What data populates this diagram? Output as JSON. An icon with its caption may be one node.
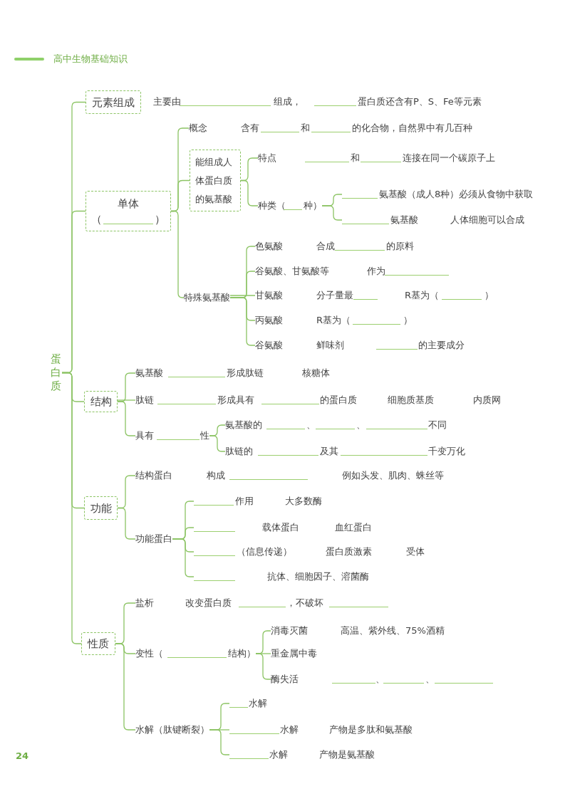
{
  "diagram": {
    "title": "高中生物基础知识",
    "nodes": [
      {
        "text": [
          "蛋白质"
        ]
      },
      {
        "text": [
          "元素组成"
        ]
      },
      {
        "text": [
          "单体",
          "（",
          "）"
        ]
      },
      {
        "text": [
          "概念",
          "含有",
          "和",
          "的化合物，自然界中有几百种"
        ]
      },
      {
        "text": [
          "能组成人体蛋白质的氨基酸"
        ]
      },
      {
        "text": [
          "特点",
          "和",
          "连接在同一个碳原子上"
        ]
      },
      {
        "text": [
          "种类（",
          "种）"
        ]
      },
      {
        "text": [
          "氨基酸（成人8种）必须从食物中获取"
        ]
      },
      {
        "text": [
          "氨基酸",
          "人体细胞可以合成"
        ]
      },
      {
        "text": [
          "特殊氨基酸"
        ]
      },
      {
        "text": [
          "色氨酸",
          "合成",
          "的原料"
        ]
      },
      {
        "text": [
          "谷氨酸、甘氨酸等",
          "作为"
        ]
      },
      {
        "text": [
          "甘氨酸",
          "分子量最",
          "R基为（",
          "）"
        ]
      },
      {
        "text": [
          "丙氨酸",
          "R基为（",
          "）"
        ]
      },
      {
        "text": [
          "谷氨酸",
          "鲜味剂",
          "的主要成分"
        ]
      },
      {
        "text": [
          "结构"
        ]
      },
      {
        "text": [
          "氨基酸",
          "形成肽链",
          "核糖体"
        ]
      },
      {
        "text": [
          "肽链",
          "形成具有",
          "的蛋白质",
          "细胞质基质",
          "内质网"
        ]
      },
      {
        "text": [
          "具有",
          "性"
        ]
      },
      {
        "text": [
          "氨基酸的",
          "、",
          "、",
          "不同"
        ]
      },
      {
        "text": [
          "肽链的",
          "及其",
          "千变万化"
        ]
      },
      {
        "text": [
          "功能"
        ]
      },
      {
        "text": [
          "结构蛋白",
          "构成",
          "例如头发、肌肉、蛛丝等"
        ]
      },
      {
        "text": [
          "功能蛋白"
        ]
      },
      {
        "text": [
          "作用",
          "大多数酶"
        ]
      },
      {
        "text": [
          "载体蛋白",
          "血红蛋白"
        ]
      },
      {
        "text": [
          "（信息传递）",
          "蛋白质激素",
          "受体"
        ]
      },
      {
        "text": [
          "抗体、细胞因子、溶菌酶"
        ]
      },
      {
        "text": [
          "性质"
        ]
      },
      {
        "text": [
          "盐析",
          "改变蛋白质",
          "，不破坏"
        ]
      },
      {
        "text": [
          "变性（",
          "结构）"
        ]
      },
      {
        "text": [
          "消毒灭菌",
          "高温、紫外线、75%酒精"
        ]
      },
      {
        "text": [
          "重金属中毒"
        ]
      },
      {
        "text": [
          "酶失活",
          "、",
          "、"
        ]
      },
      {
        "text": [
          "水解（肽键断裂）"
        ]
      },
      {
        "text": [
          "水解"
        ]
      },
      {
        "text": [
          "水解",
          "产物是多肽和氨基酸"
        ]
      },
      {
        "text": [
          "水解",
          "产物是氨基酸"
        ]
      }
    ],
    "edges": [
      {
        "from": 0,
        "to": 1,
        "arrow": "none"
      },
      {
        "from": 0,
        "to": 2,
        "arrow": "none"
      },
      {
        "from": 0,
        "to": 15,
        "arrow": "none"
      },
      {
        "from": 0,
        "to": 21,
        "arrow": "none"
      },
      {
        "from": 0,
        "to": 28,
        "arrow": "none"
      },
      {
        "from": 2,
        "to": 3,
        "arrow": "none"
      },
      {
        "from": 2,
        "to": 4,
        "arrow": "none"
      },
      {
        "from": 2,
        "to": 9,
        "arrow": "none"
      },
      {
        "from": 4,
        "to": 5,
        "arrow": "none"
      },
      {
        "from": 4,
        "to": 6,
        "arrow": "none"
      },
      {
        "from": 6,
        "to": 7,
        "arrow": "none"
      },
      {
        "from": 6,
        "to": 8,
        "arrow": "none"
      },
      {
        "from": 9,
        "to": 10,
        "arrow": "none"
      },
      {
        "from": 9,
        "to": 11,
        "arrow": "none"
      },
      {
        "from": 9,
        "to": 12,
        "arrow": "none"
      },
      {
        "from": 9,
        "to": 13,
        "arrow": "none"
      },
      {
        "from": 9,
        "to": 14,
        "arrow": "none"
      },
      {
        "from": 15,
        "to": 16,
        "arrow": "none"
      },
      {
        "from": 15,
        "to": 17,
        "arrow": "none"
      },
      {
        "from": 15,
        "to": 18,
        "arrow": "none"
      },
      {
        "from": 18,
        "to": 19,
        "arrow": "none"
      },
      {
        "from": 18,
        "to": 20,
        "arrow": "none"
      },
      {
        "from": 21,
        "to": 22,
        "arrow": "none"
      },
      {
        "from": 21,
        "to": 23,
        "arrow": "none"
      },
      {
        "from": 23,
        "to": 24,
        "arrow": "none"
      },
      {
        "from": 23,
        "to": 25,
        "arrow": "none"
      },
      {
        "from": 23,
        "to": 26,
        "arrow": "none"
      },
      {
        "from": 23,
        "to": 27,
        "arrow": "none"
      },
      {
        "from": 28,
        "to": 29,
        "arrow": "none"
      },
      {
        "from": 28,
        "to": 30,
        "arrow": "none"
      },
      {
        "from": 28,
        "to": 34,
        "arrow": "none"
      },
      {
        "from": 30,
        "to": 31,
        "arrow": "none"
      },
      {
        "from": 30,
        "to": 32,
        "arrow": "none"
      },
      {
        "from": 30,
        "to": 33,
        "arrow": "none"
      },
      {
        "from": 34,
        "to": 35,
        "arrow": "none"
      },
      {
        "from": 34,
        "to": 36,
        "arrow": "none"
      },
      {
        "from": 34,
        "to": 37,
        "arrow": "none"
      }
    ],
    "labels": [
      "主要由",
      "组成，",
      "蛋白质还含有P、S、Fe等元素",
      "24"
    ]
  }
}
